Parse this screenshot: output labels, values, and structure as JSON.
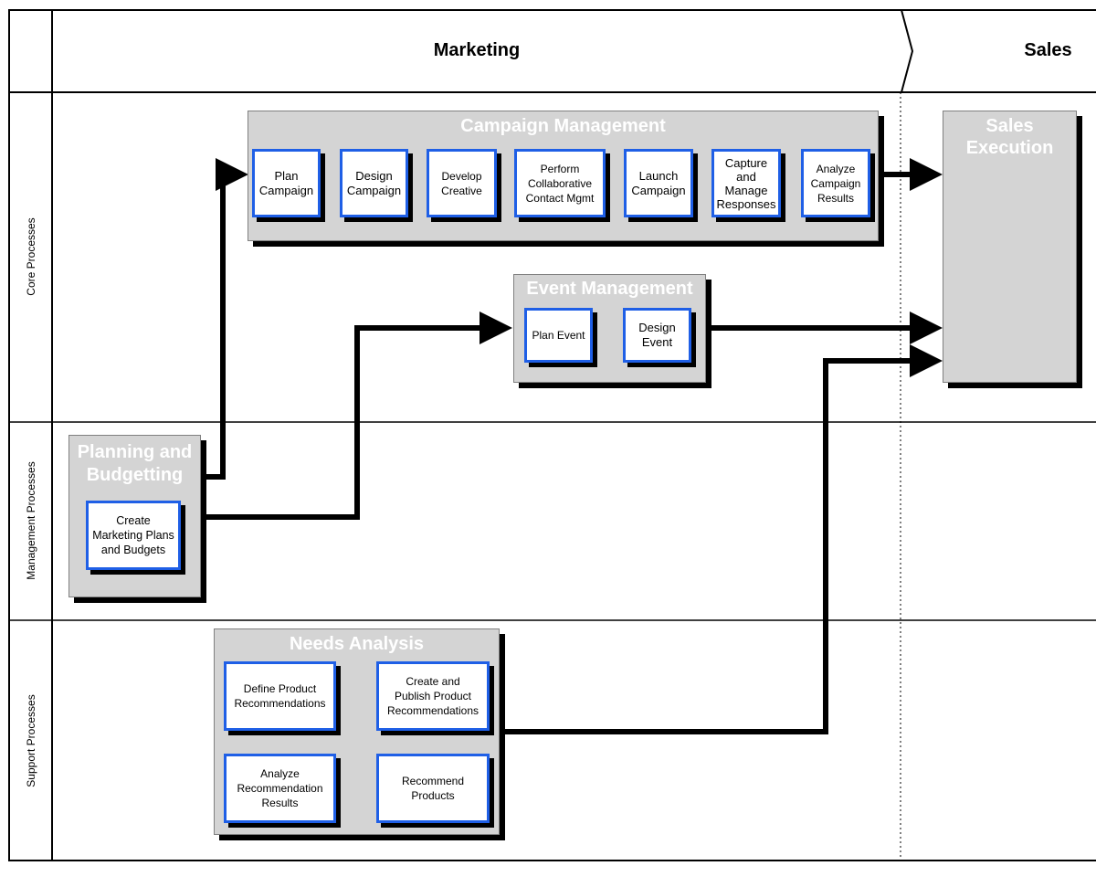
{
  "header": {
    "marketing": "Marketing",
    "sales": "Sales"
  },
  "lanes": {
    "core": "Core Processes",
    "management": "Management Processes",
    "support": "Support Processes"
  },
  "groups": {
    "campaign_management": {
      "title": "Campaign Management",
      "tasks": {
        "plan_campaign": "Plan\nCampaign",
        "design_campaign": "Design\nCampaign",
        "develop_creative": "Develop\nCreative",
        "perform_contact_mgmt": "Perform\nCollaborative\nContact Mgmt",
        "launch_campaign": "Launch\nCampaign",
        "capture_responses": "Capture\nand\nManage\nResponses",
        "analyze_campaign_results": "Analyze\nCampaign\nResults"
      }
    },
    "event_management": {
      "title": "Event Management",
      "tasks": {
        "plan_event": "Plan Event",
        "design_event": "Design\nEvent"
      }
    },
    "sales_execution": {
      "title": "Sales\nExecution"
    },
    "planning_budgeting": {
      "title": "Planning and\nBudgetting",
      "tasks": {
        "create_plans": "Create\nMarketing Plans\nand Budgets"
      }
    },
    "needs_analysis": {
      "title": "Needs Analysis",
      "tasks": {
        "define_recommendations": "Define Product\nRecommendations",
        "publish_recommendations": "Create and\nPublish Product\nRecommendations",
        "analyze_recommendations": "Analyze\nRecommendation\nResults",
        "recommend_products": "Recommend\nProducts"
      }
    }
  },
  "colors": {
    "task_border": "#1f5fe6",
    "group_fill": "#d4d4d4",
    "group_title": "#ffffff",
    "connector": "#000000"
  }
}
